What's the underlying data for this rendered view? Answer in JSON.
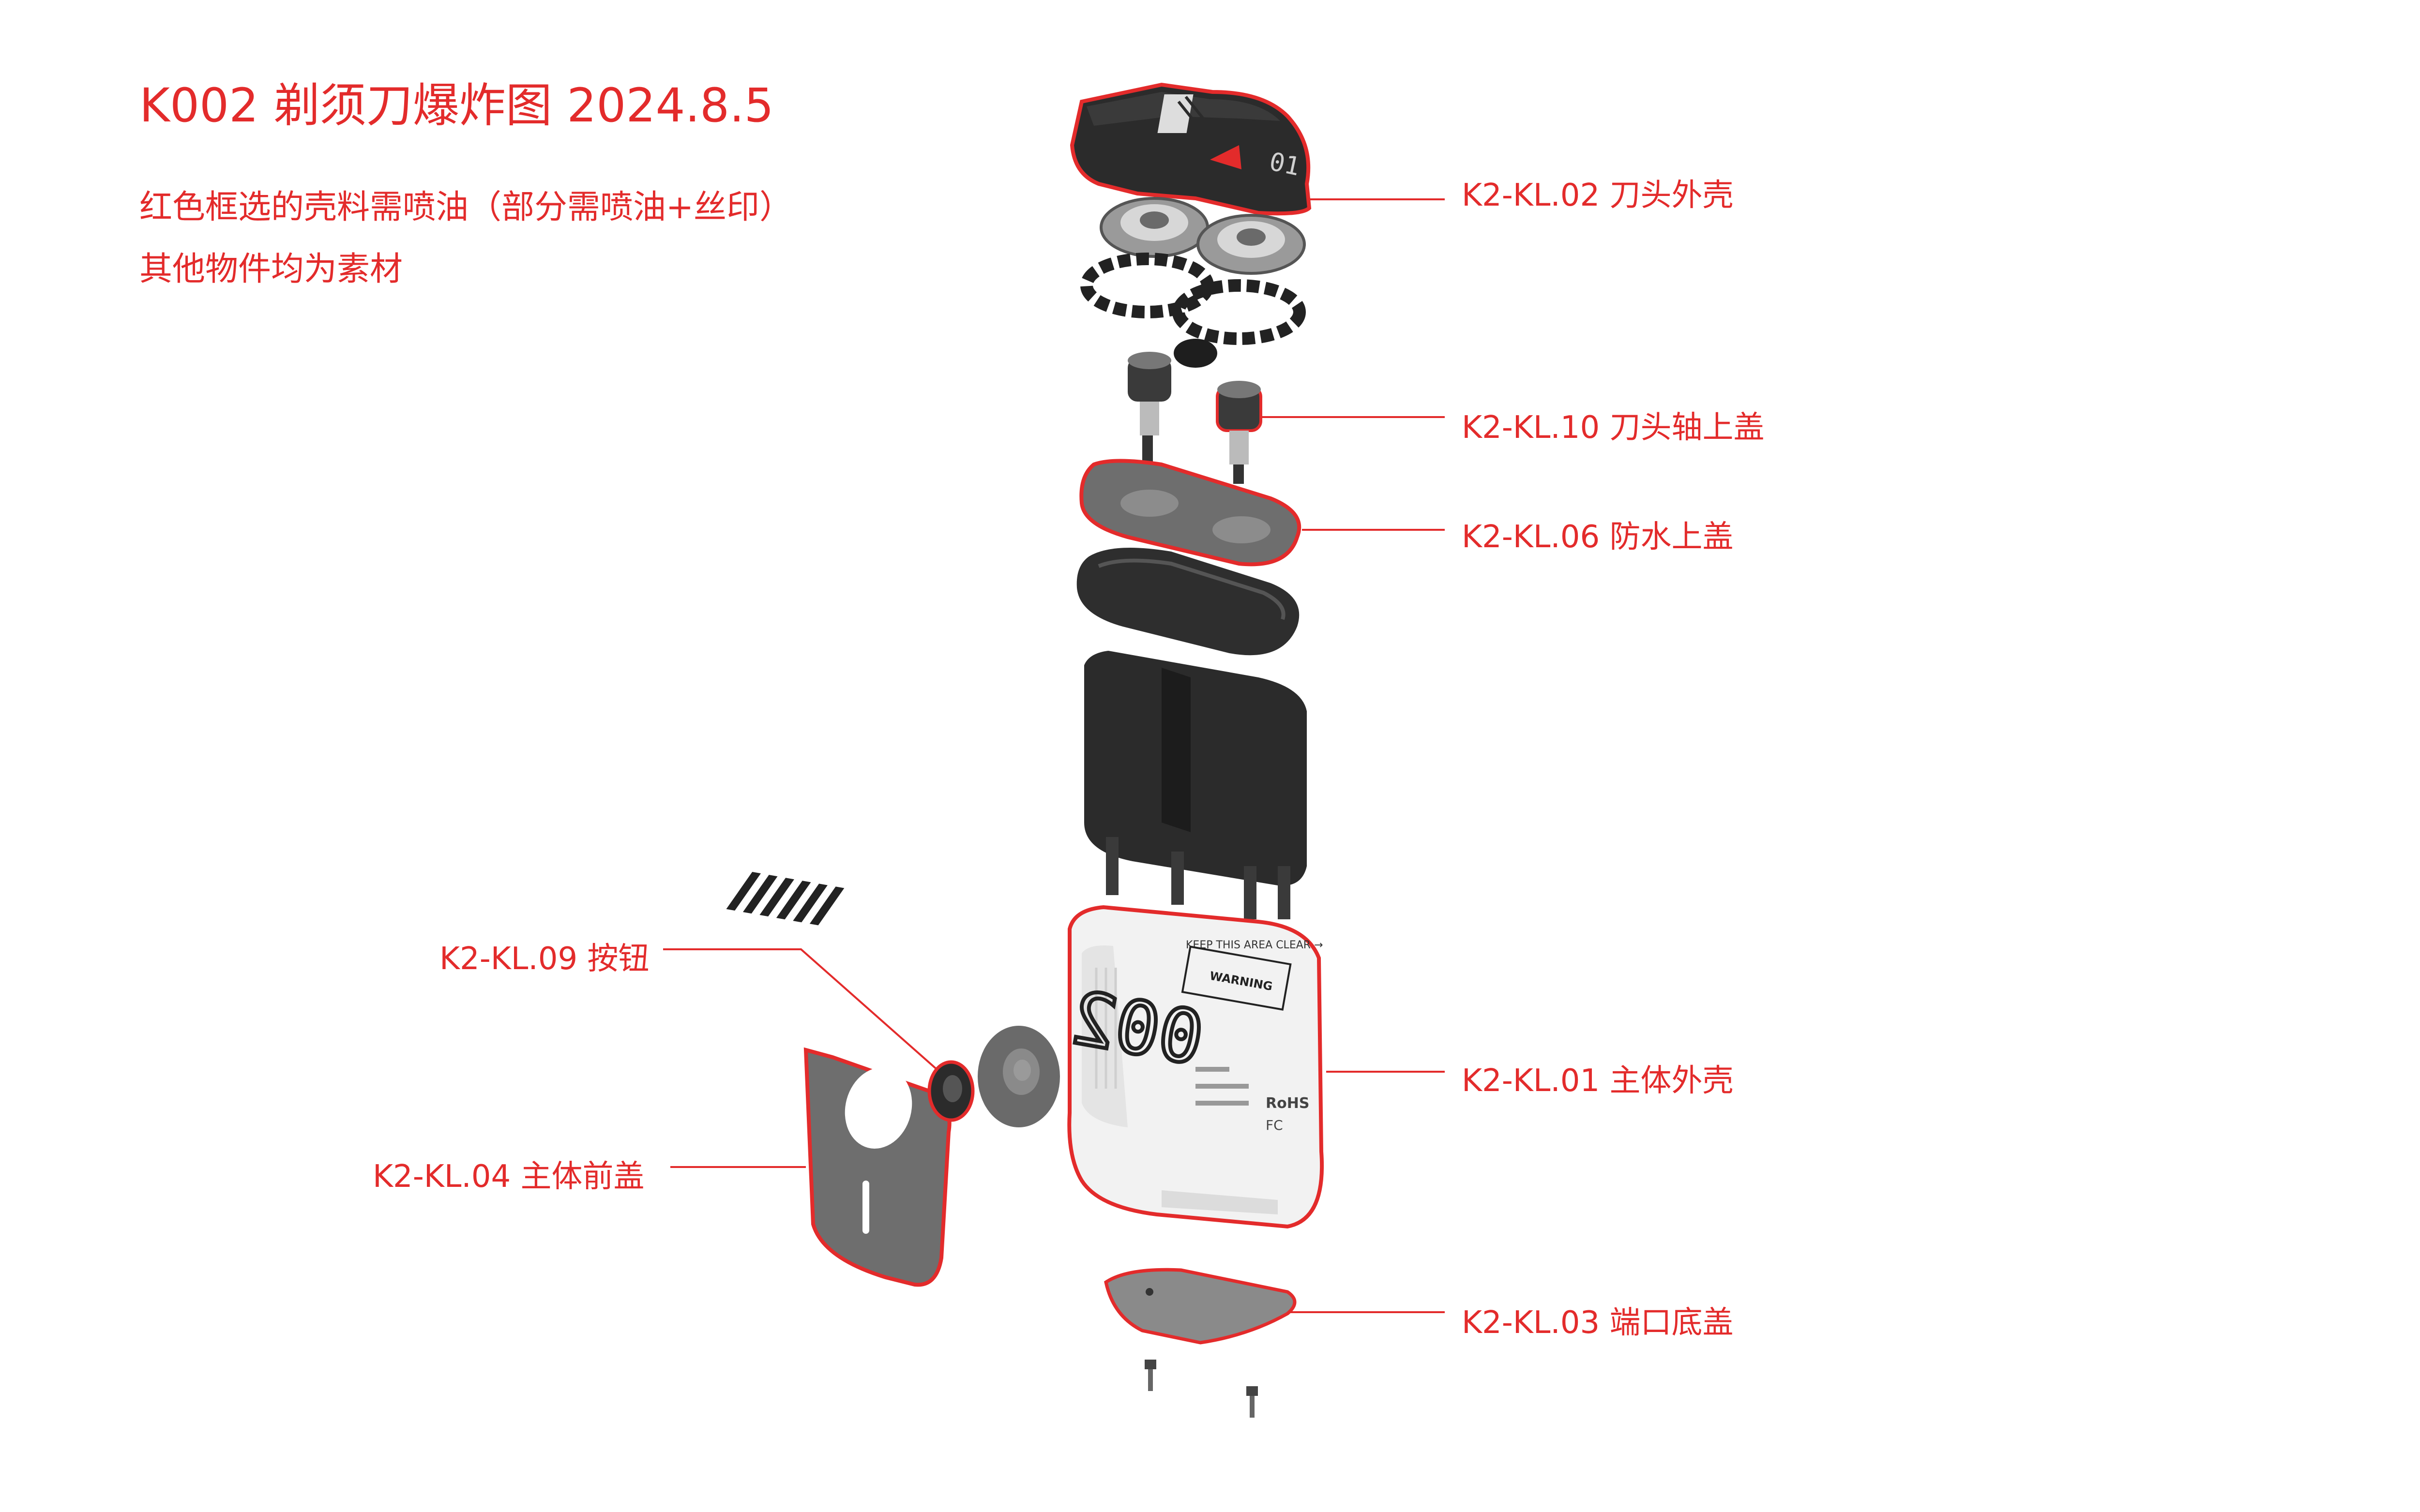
{
  "header": {
    "title": "K002 剃须刀爆炸图   2024.8.5",
    "note_line1": "红色框选的壳料需喷油（部分需喷油+丝印）",
    "note_line2": "其他物件均为素材"
  },
  "labels": {
    "head_shell": "K2-KL.02  刀头外壳",
    "shaft_cap": "K2-KL.10  刀头轴上盖",
    "waterproof_cap": "K2-KL.06  防水上盖",
    "button": "K2-KL.09  按钮",
    "main_shell": "K2-KL.01  主体外壳",
    "front_cover": "K2-KL.04  主体前盖",
    "port_cover": "K2-KL.03  端口底盖"
  },
  "product_print": {
    "keep_clear": "KEEP THIS AREA CLEAR →",
    "warning": "WARNING",
    "model_graphic": "002",
    "head_mark": "01",
    "rohs": "RoHS",
    "fc": "FC"
  },
  "colors": {
    "accent": "#e32b2b",
    "dark_part": "#2b2b2b",
    "grey_part": "#6e6e6e",
    "white_part": "#f2f2f2"
  }
}
